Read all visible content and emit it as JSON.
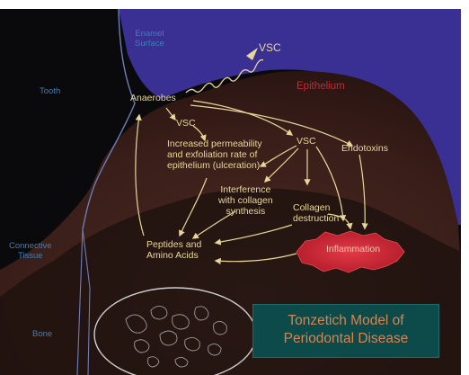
{
  "diagram": {
    "title": "Tonzetich Model of\nPeriodontal Disease",
    "regions": {
      "epithelium": "Epithelium",
      "enamel": "Enamel\nSurface",
      "tooth": "Tooth",
      "connective": "Connective\nTissue",
      "bone": "Bone"
    },
    "nodes": {
      "vsc_top": "VSC",
      "anaerobes": "Anaerobes",
      "vsc_left": "VSC",
      "permeability": "Increased permeability\nand exfoliation rate of\nepithelium (ulceration)",
      "vsc_mid": "VSC",
      "endotoxins": "Endotoxins",
      "interference": "Interference\nwith collagen\nsynthesis",
      "collagen": "Collagen\ndestruction",
      "inflammation": "Inflammation",
      "peptides": "Peptides and\nAmino Acids"
    },
    "colors": {
      "background": "#0a0a0c",
      "enamel": "#3a2f92",
      "epithelium": "#3a1d18",
      "text": "#e8d79a",
      "inflammation": "#d42a35",
      "title": "#d9834f",
      "title_box": "#0d4a4a",
      "labels": "#3f7fb6"
    }
  }
}
